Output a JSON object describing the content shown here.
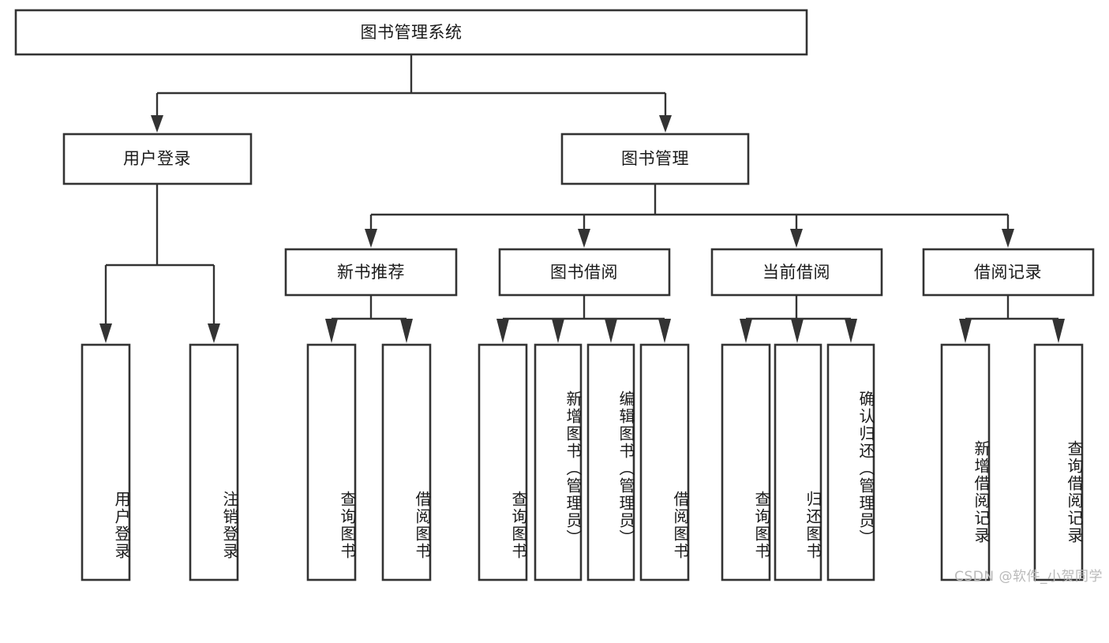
{
  "diagram": {
    "type": "tree",
    "title": "图书管理系统",
    "orientation": "top-down",
    "colors": {
      "box_fill": "#ffffff",
      "box_stroke": "#333333",
      "text": "#1a1a1a",
      "watermark": "#b9b9b9",
      "background": "#ffffff"
    },
    "root": {
      "label": "图书管理系统"
    },
    "level2": [
      {
        "label": "用户登录"
      },
      {
        "label": "图书管理"
      }
    ],
    "level3": [
      {
        "label": "新书推荐"
      },
      {
        "label": "图书借阅"
      },
      {
        "label": "当前借阅"
      },
      {
        "label": "借阅记录"
      }
    ],
    "leaves": {
      "user_login": [
        {
          "label": "用户登录"
        },
        {
          "label": "注销登录"
        }
      ],
      "new_book_recommend": [
        {
          "label": "查询图书"
        },
        {
          "label": "借阅图书"
        }
      ],
      "book_borrow": [
        {
          "label": "查询图书"
        },
        {
          "label": "新增图书（管理员）"
        },
        {
          "label": "编辑图书（管理员）"
        },
        {
          "label": "借阅图书"
        }
      ],
      "current_borrow": [
        {
          "label": "查询图书"
        },
        {
          "label": "归还图书"
        },
        {
          "label": "确认归还（管理员）"
        }
      ],
      "borrow_record": [
        {
          "label": "新增借阅记录"
        },
        {
          "label": "查询借阅记录"
        }
      ]
    }
  },
  "watermark": {
    "text": "CSDN @软件_小贺同学"
  }
}
